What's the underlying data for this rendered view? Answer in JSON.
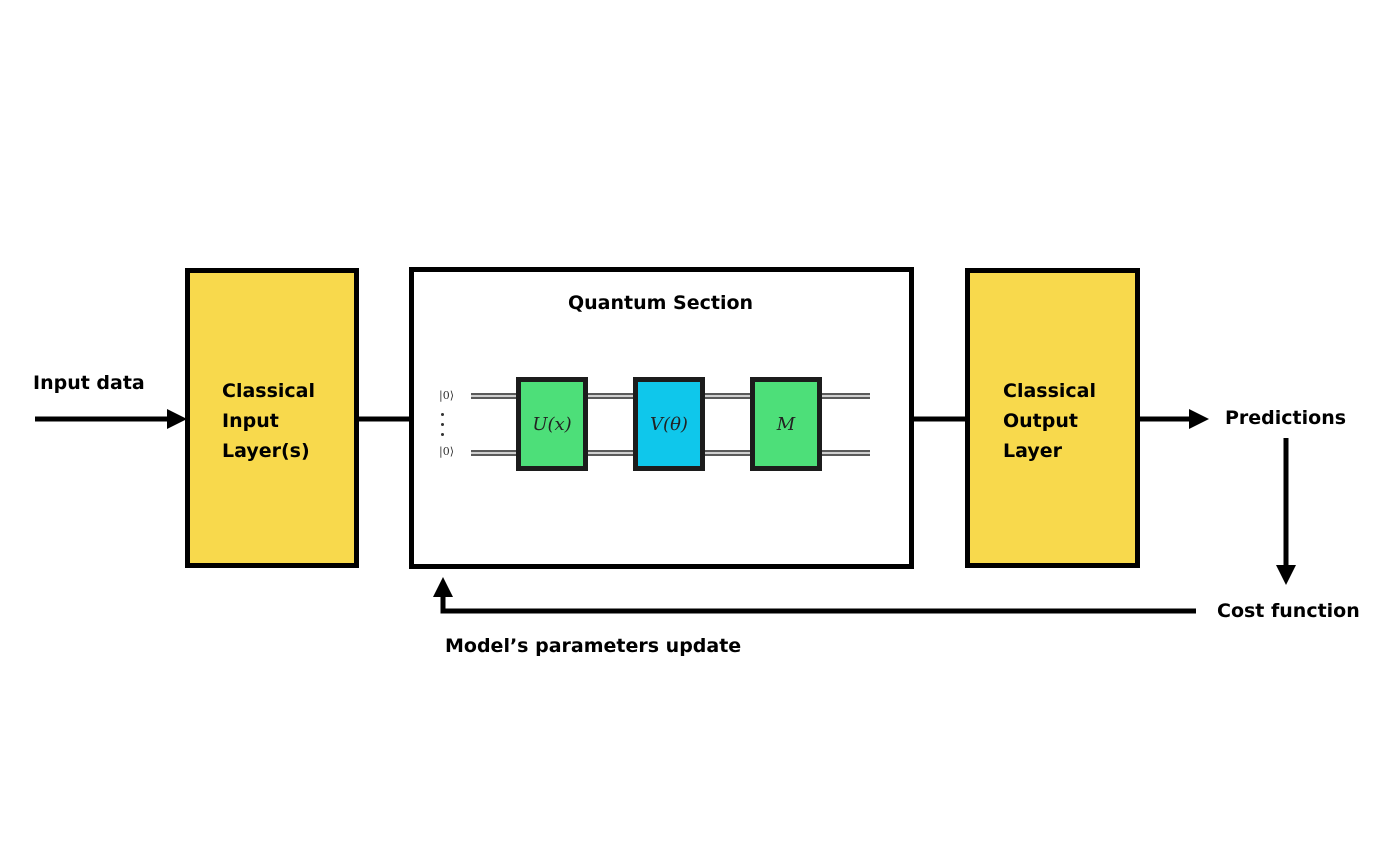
{
  "labels": {
    "input_data": "Input data",
    "predictions": "Predictions",
    "cost_function": "Cost function",
    "params_update": "Model’s parameters update"
  },
  "blocks": {
    "input_layer": [
      "Classical",
      "Input",
      "Layer(s)"
    ],
    "output_layer": [
      "Classical",
      "Output",
      "Layer"
    ],
    "quantum_title": "Quantum Section"
  },
  "circuit": {
    "qubit_top": "|0⟩",
    "qubit_bottom": "|0⟩",
    "gates": [
      "U(x)",
      "V(θ)",
      "M"
    ]
  },
  "colors": {
    "classical_block": "#f8d94c",
    "encoding_gate": "#4ddf79",
    "variational_gate": "#0fc7eb",
    "measurement_gate": "#4ddf79",
    "lines": "#000000"
  }
}
